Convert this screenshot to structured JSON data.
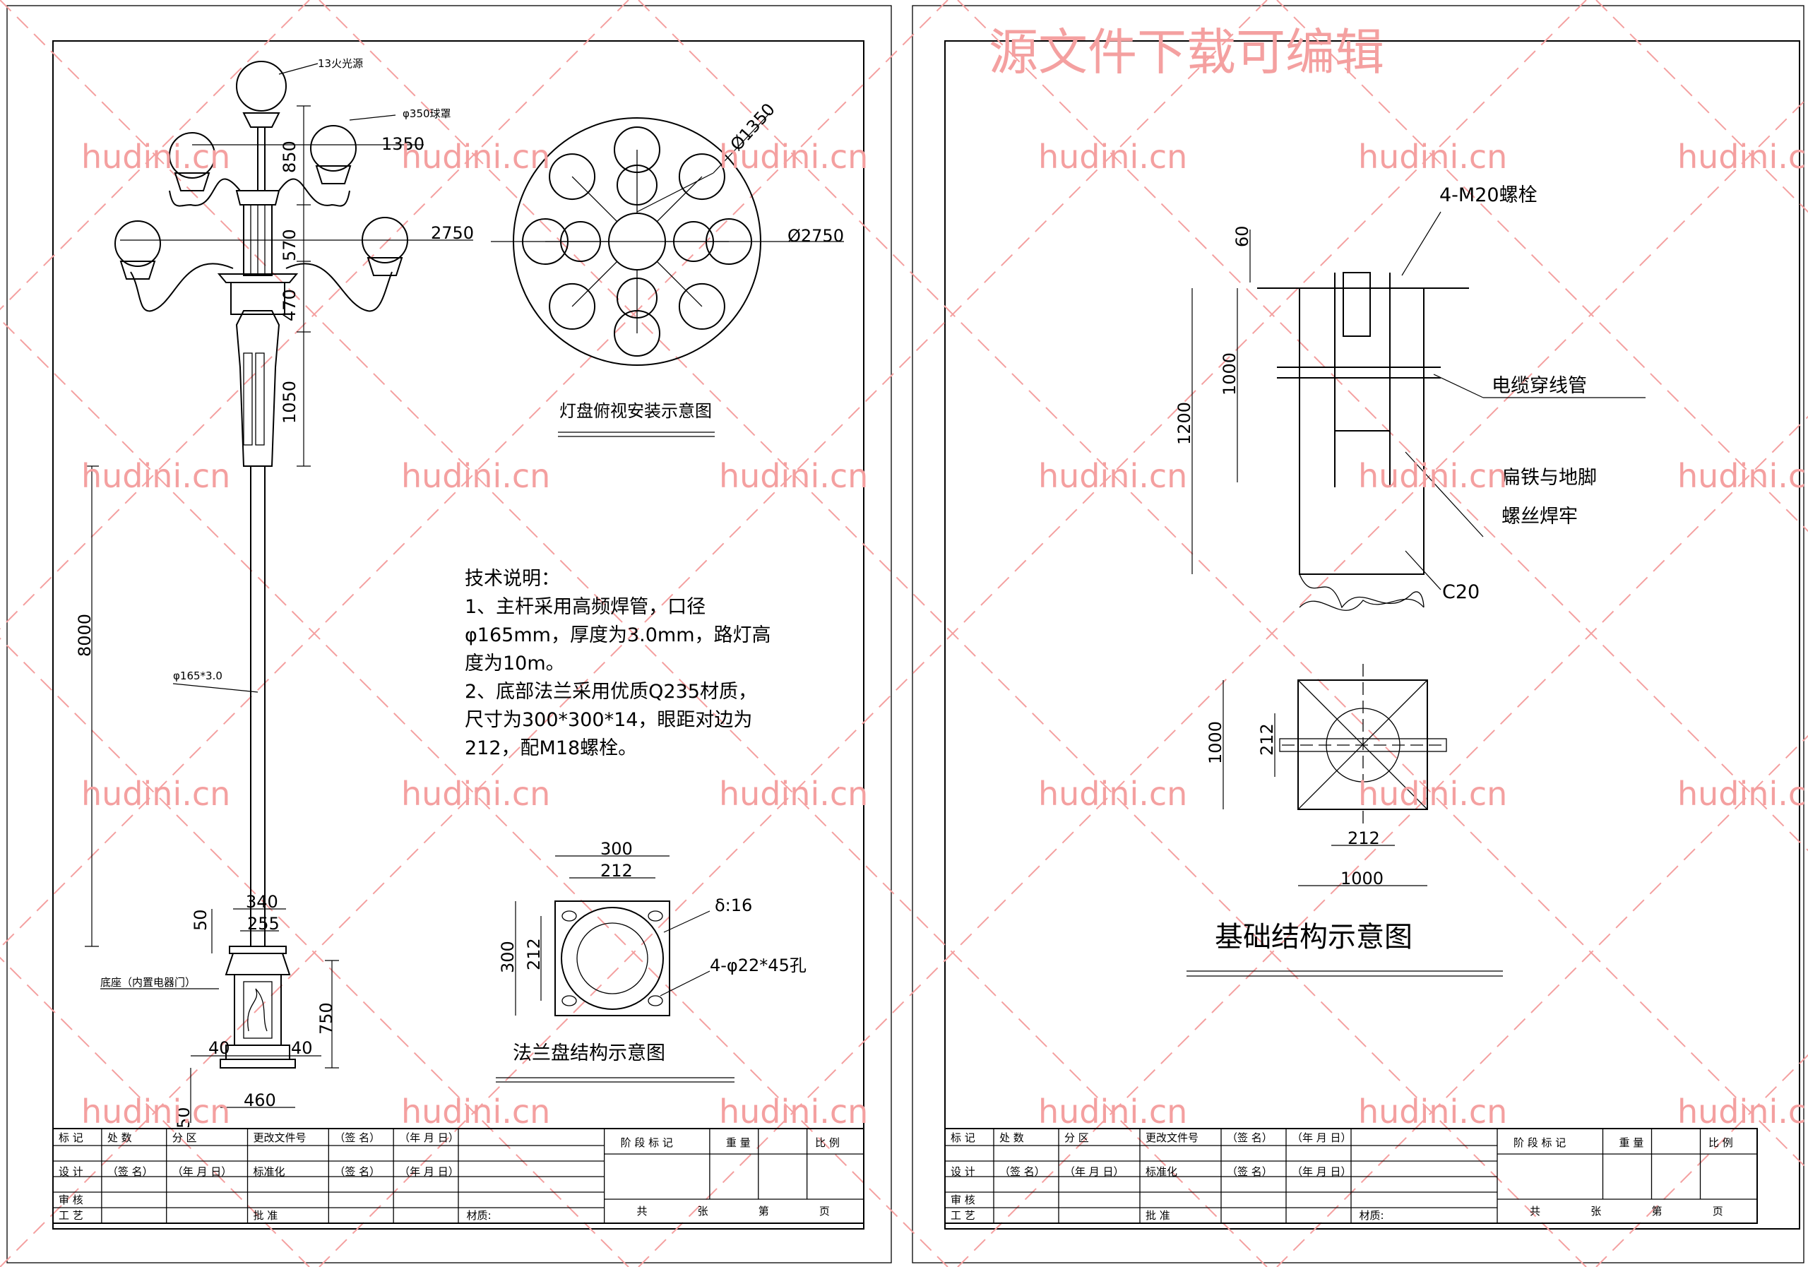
{
  "watermark": {
    "site": "hudini.cn",
    "headline": "源文件下载可编辑",
    "color": "#f4a0a0"
  },
  "left_sheet": {
    "pole_labels": {
      "light_source": "13火光源",
      "globe": "φ350球罩",
      "pipe": "φ165*3.0",
      "base_note": "底座（内置电器门）"
    },
    "pole_dims": {
      "d850": "850",
      "d1350": "1350",
      "d2750": "2750",
      "d570": "570",
      "d470": "470",
      "d1050": "1050",
      "d8000": "8000",
      "d340": "340",
      "d255": "255",
      "d50a": "50",
      "d750": "750",
      "d40a": "40",
      "d40b": "40",
      "d460": "460",
      "d50b": "50"
    },
    "top_view": {
      "d1350": "Ø1350",
      "d2750": "Ø2750",
      "caption": "灯盘俯视安装示意图"
    },
    "tech_notes": {
      "title": "技术说明：",
      "lines": [
        "1、主杆采用高频焊管，口径",
        "φ165mm，厚度为3.0mm，路灯高",
        "度为10m。",
        "2、底部法兰采用优质Q235材质，",
        "尺寸为300*300*14，眼距对边为",
        "212，配M18螺栓。"
      ]
    },
    "flange": {
      "d300_top": "300",
      "d212_top": "212",
      "d300_side": "300",
      "d212_side": "212",
      "thickness": "δ:16",
      "holes": "4-φ22*45孔",
      "caption": "法兰盘结构示意图"
    }
  },
  "right_sheet": {
    "foundation": {
      "bolts": "4-M20螺栓",
      "d60": "60",
      "d1000": "1000",
      "d1200": "1200",
      "cable_pipe": "电缆穿线管",
      "weld_line1": "扁铁与地脚",
      "weld_line2": "螺丝焊牢",
      "concrete": "C20"
    },
    "plan": {
      "d212_side": "212",
      "d1000_side": "1000",
      "d212_bottom": "212",
      "d1000_bottom": "1000"
    },
    "caption": "基础结构示意图"
  },
  "title_block": {
    "row1": [
      "标 记",
      "处 数",
      "分 区",
      "更改文件号",
      "（签 名）",
      "（年 月 日）"
    ],
    "row2": [
      "设 计",
      "（签 名）",
      "（年 月 日）",
      "标准化",
      "（签 名）",
      "（年 月 日）"
    ],
    "row3": [
      "审 核"
    ],
    "row4": [
      "工 艺",
      "批 准"
    ],
    "stage": "阶 段 标 记",
    "weight": "重 量",
    "scale": "比 例",
    "material": "材质:",
    "sheets": [
      "共",
      "张",
      "第",
      "页"
    ]
  }
}
